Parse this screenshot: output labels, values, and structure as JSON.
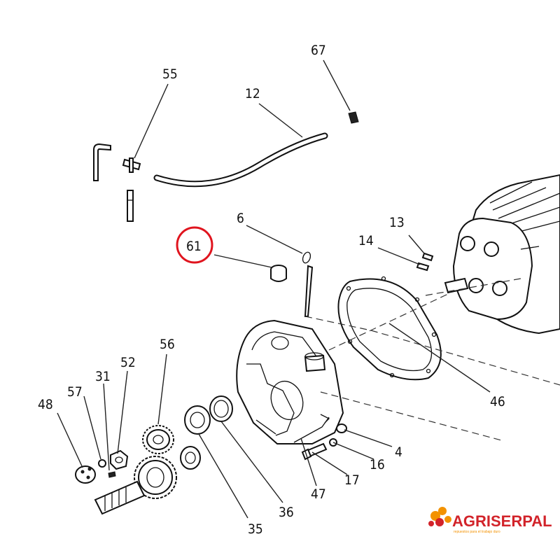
{
  "diagram": {
    "labels": [
      "55",
      "12",
      "67",
      "6",
      "61",
      "13",
      "14",
      "56",
      "52",
      "31",
      "57",
      "48",
      "46",
      "4",
      "16",
      "17",
      "47",
      "36",
      "35"
    ],
    "highlighted_label": "61",
    "highlight_color": "#e0141e"
  },
  "brand": {
    "name": "AGRISERPAL",
    "tagline": "repuestos para el trabajo duro",
    "colors": {
      "red": "#d2232a",
      "orange": "#f39200"
    }
  }
}
